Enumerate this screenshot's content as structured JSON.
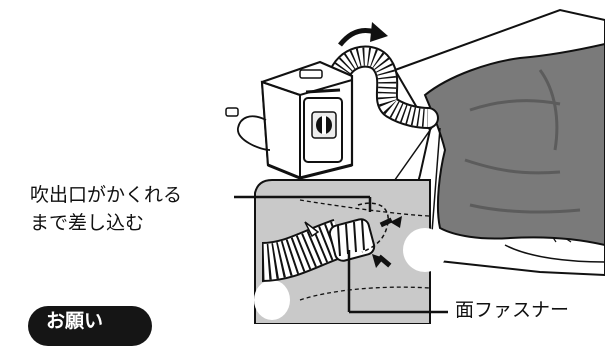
{
  "callouts": {
    "outlet_line1": "吹出口がかくれる",
    "outlet_line2": "まで差し込む",
    "fastener": "面ファスナー"
  },
  "badge": {
    "text": "お願い"
  },
  "colors": {
    "line": "#111111",
    "futon_dark": "#7a7a7a",
    "futon_shadow": "#5c5c5c",
    "inset_gray": "#c9c9c9",
    "hose": "#ffffff"
  }
}
